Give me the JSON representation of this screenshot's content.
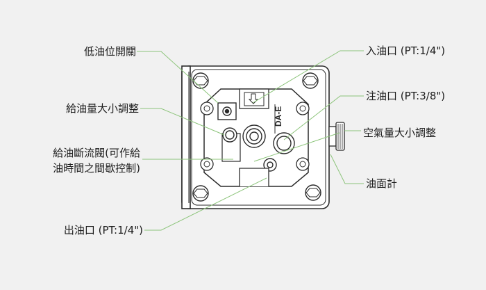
{
  "colors": {
    "background": "#f1f1f1",
    "leader_line": "#8cc47a",
    "device_stroke": "#2a2a2a",
    "device_fill": "#ffffff",
    "text": "#1c1c1c"
  },
  "device": {
    "model_label": "DA-E"
  },
  "callouts": {
    "oil_level_switch": "低油位開關",
    "oil_amount_adjust": "給油量大小調整",
    "oil_cutoff_valve": "給油斷流閥(可作給\n油時間之間歇控制)",
    "oil_outlet": "出油口 (PT:1/4\")",
    "oil_inlet": "入油口 (PT:1/4\")",
    "oil_fill_port": "注油口 (PT:3/8\")",
    "air_amount_adjust": "空氣量大小調整",
    "oil_gauge": "油面計"
  }
}
